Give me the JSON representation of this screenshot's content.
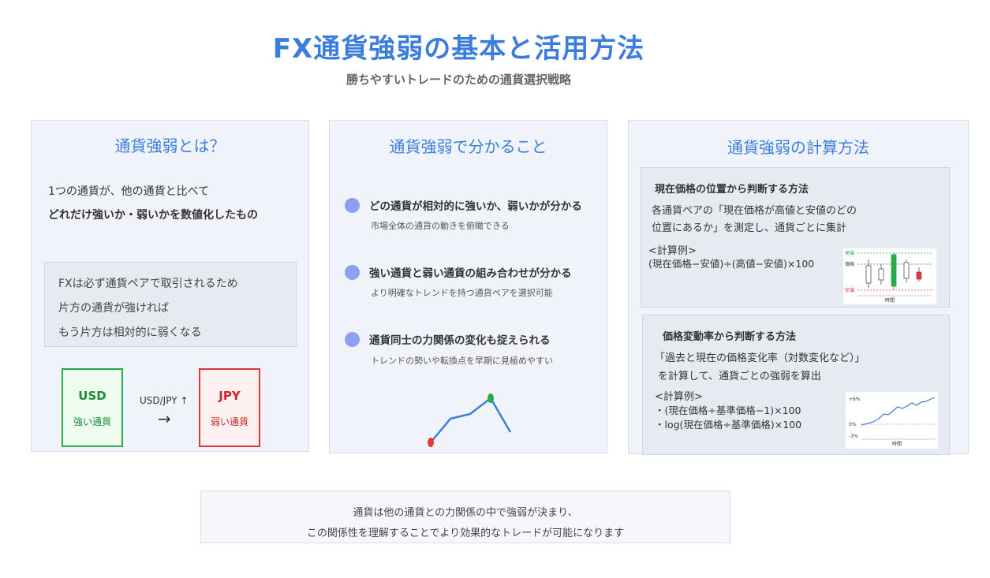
{
  "header": {
    "title": "FX通貨強弱の基本と活用方法",
    "subtitle": "勝ちやすいトレードのための通貨選択戦略"
  },
  "panel_definition": {
    "title": "通貨強弱とは？",
    "lines": [
      "1つの通貨が、他の通貨と比べて",
      "どれだけ強いか・弱いかを数値化したもの"
    ],
    "note_lines": [
      "FXは必ず通貨ペアで取引されるため",
      "片方の通貨が強ければ",
      "もう片方は相対的に弱くなる"
    ],
    "strong": {
      "code": "USD",
      "label": "強い通貨"
    },
    "weak": {
      "code": "JPY",
      "label": "弱い通貨"
    },
    "pair_label": "USD/JPY ↑",
    "arrow": "→"
  },
  "panel_insights": {
    "title": "通貨強弱で分かること",
    "items": [
      {
        "heading": "どの通貨が相対的に強いか、弱いかが分かる",
        "detail": "市場全体の通貨の動きを俯瞰できる"
      },
      {
        "heading": "強い通貨と弱い通貨の組み合わせが分かる",
        "detail": "より明確なトレンドを持つ通貨ペアを選択可能"
      },
      {
        "heading": "通貨同士の力関係の変化も捉えられる",
        "detail": "トレンドの勢いや転換点を早期に見極めやすい"
      }
    ]
  },
  "panel_calculation": {
    "title": "通貨強弱の計算方法",
    "position_method": {
      "title": "現在価格の位置から判断する方法",
      "desc_lines": [
        "各通貨ペアの「現在価格が高値と安値のどの",
        "位置にあるか」を測定し、通貨ごとに集計"
      ],
      "example_label": "<計算例>",
      "formula": "(現在価格−安値)÷(高値−安値)×100",
      "chart": {
        "label_high": "高値",
        "label_price": "価格",
        "label_low": "安値",
        "xlabel": "時間"
      }
    },
    "rate_method": {
      "title": "価格変動率から判断する方法",
      "desc_lines": [
        "「過去と現在の価格変化率（対数変化など）」",
        "を計算して、通貨ごとの強弱を算出"
      ],
      "example_label": "<計算例>",
      "formulas": [
        "・(現在価格÷基準価格−1)×100",
        "・log(現在価格÷基準価格)×100"
      ],
      "chart": {
        "tick_top": "+6%",
        "tick_mid": "0%",
        "tick_bottom": "-3%",
        "xlabel": "時間"
      }
    }
  },
  "summary": {
    "lines": [
      "通貨は他の通貨との力関係の中で強弱が決まり、",
      "この関係性を理解することでより効果的なトレードが可能になります"
    ]
  },
  "colors": {
    "accent": "#3b7ddd",
    "strong": "#2aa84a",
    "weak": "#d63a3a",
    "bullet": "#8d9ff0"
  }
}
